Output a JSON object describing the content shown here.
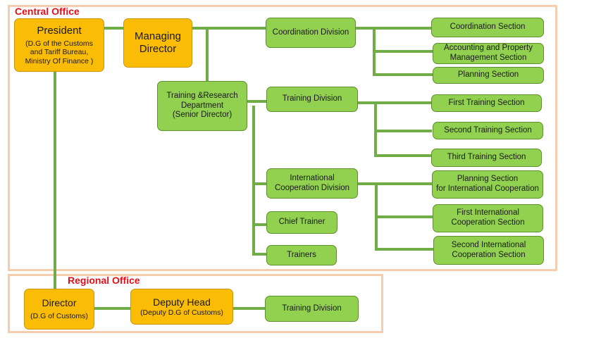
{
  "central_office": {
    "title": "Central Office",
    "president": {
      "title": "President",
      "subtitle_lines": [
        "(D.G of the Customs",
        "and Tariff Bureau,",
        "Ministry Of  Finance )"
      ]
    },
    "managing_director": {
      "title_lines": [
        "Managing",
        "Director"
      ]
    },
    "training_research_department": {
      "lines": [
        "Training &Research",
        "Department",
        "(Senior Director)"
      ]
    },
    "coordination_division": {
      "label": "Coordination Division",
      "sections": [
        {
          "lines": [
            "Coordination Section"
          ]
        },
        {
          "lines": [
            "Accounting and Property",
            "Management Section"
          ]
        },
        {
          "lines": [
            "Planning Section"
          ]
        }
      ]
    },
    "training_division": {
      "label": "Training Division",
      "sections": [
        {
          "lines": [
            "First Training Section"
          ]
        },
        {
          "lines": [
            "Second Training Section"
          ]
        },
        {
          "lines": [
            "Third Training Section"
          ]
        }
      ]
    },
    "international_cooperation_division": {
      "lines": [
        "International",
        "Cooperation Division"
      ],
      "sections": [
        {
          "lines": [
            "Planning Section",
            "for International Cooperation"
          ]
        },
        {
          "lines": [
            "First International",
            "Cooperation Section"
          ]
        },
        {
          "lines": [
            "Second International",
            "Cooperation Section"
          ]
        }
      ]
    },
    "chief_trainer": {
      "label": "Chief Trainer"
    },
    "trainers": {
      "label": "Trainers"
    }
  },
  "regional_office": {
    "title": "Regional Office",
    "director": {
      "title": "Director",
      "subtitle": "(D.G of Customs)"
    },
    "deputy_head": {
      "title": "Deputy Head",
      "subtitle": "(Deputy D.G of Customs)"
    },
    "training_division": {
      "label": "Training Division"
    }
  },
  "colors": {
    "unit_green": "#92d050",
    "executive_gold": "#fbbc05",
    "connector": "#70ad47",
    "region_border": "#f7cdb0",
    "region_title": "#e0101a"
  }
}
